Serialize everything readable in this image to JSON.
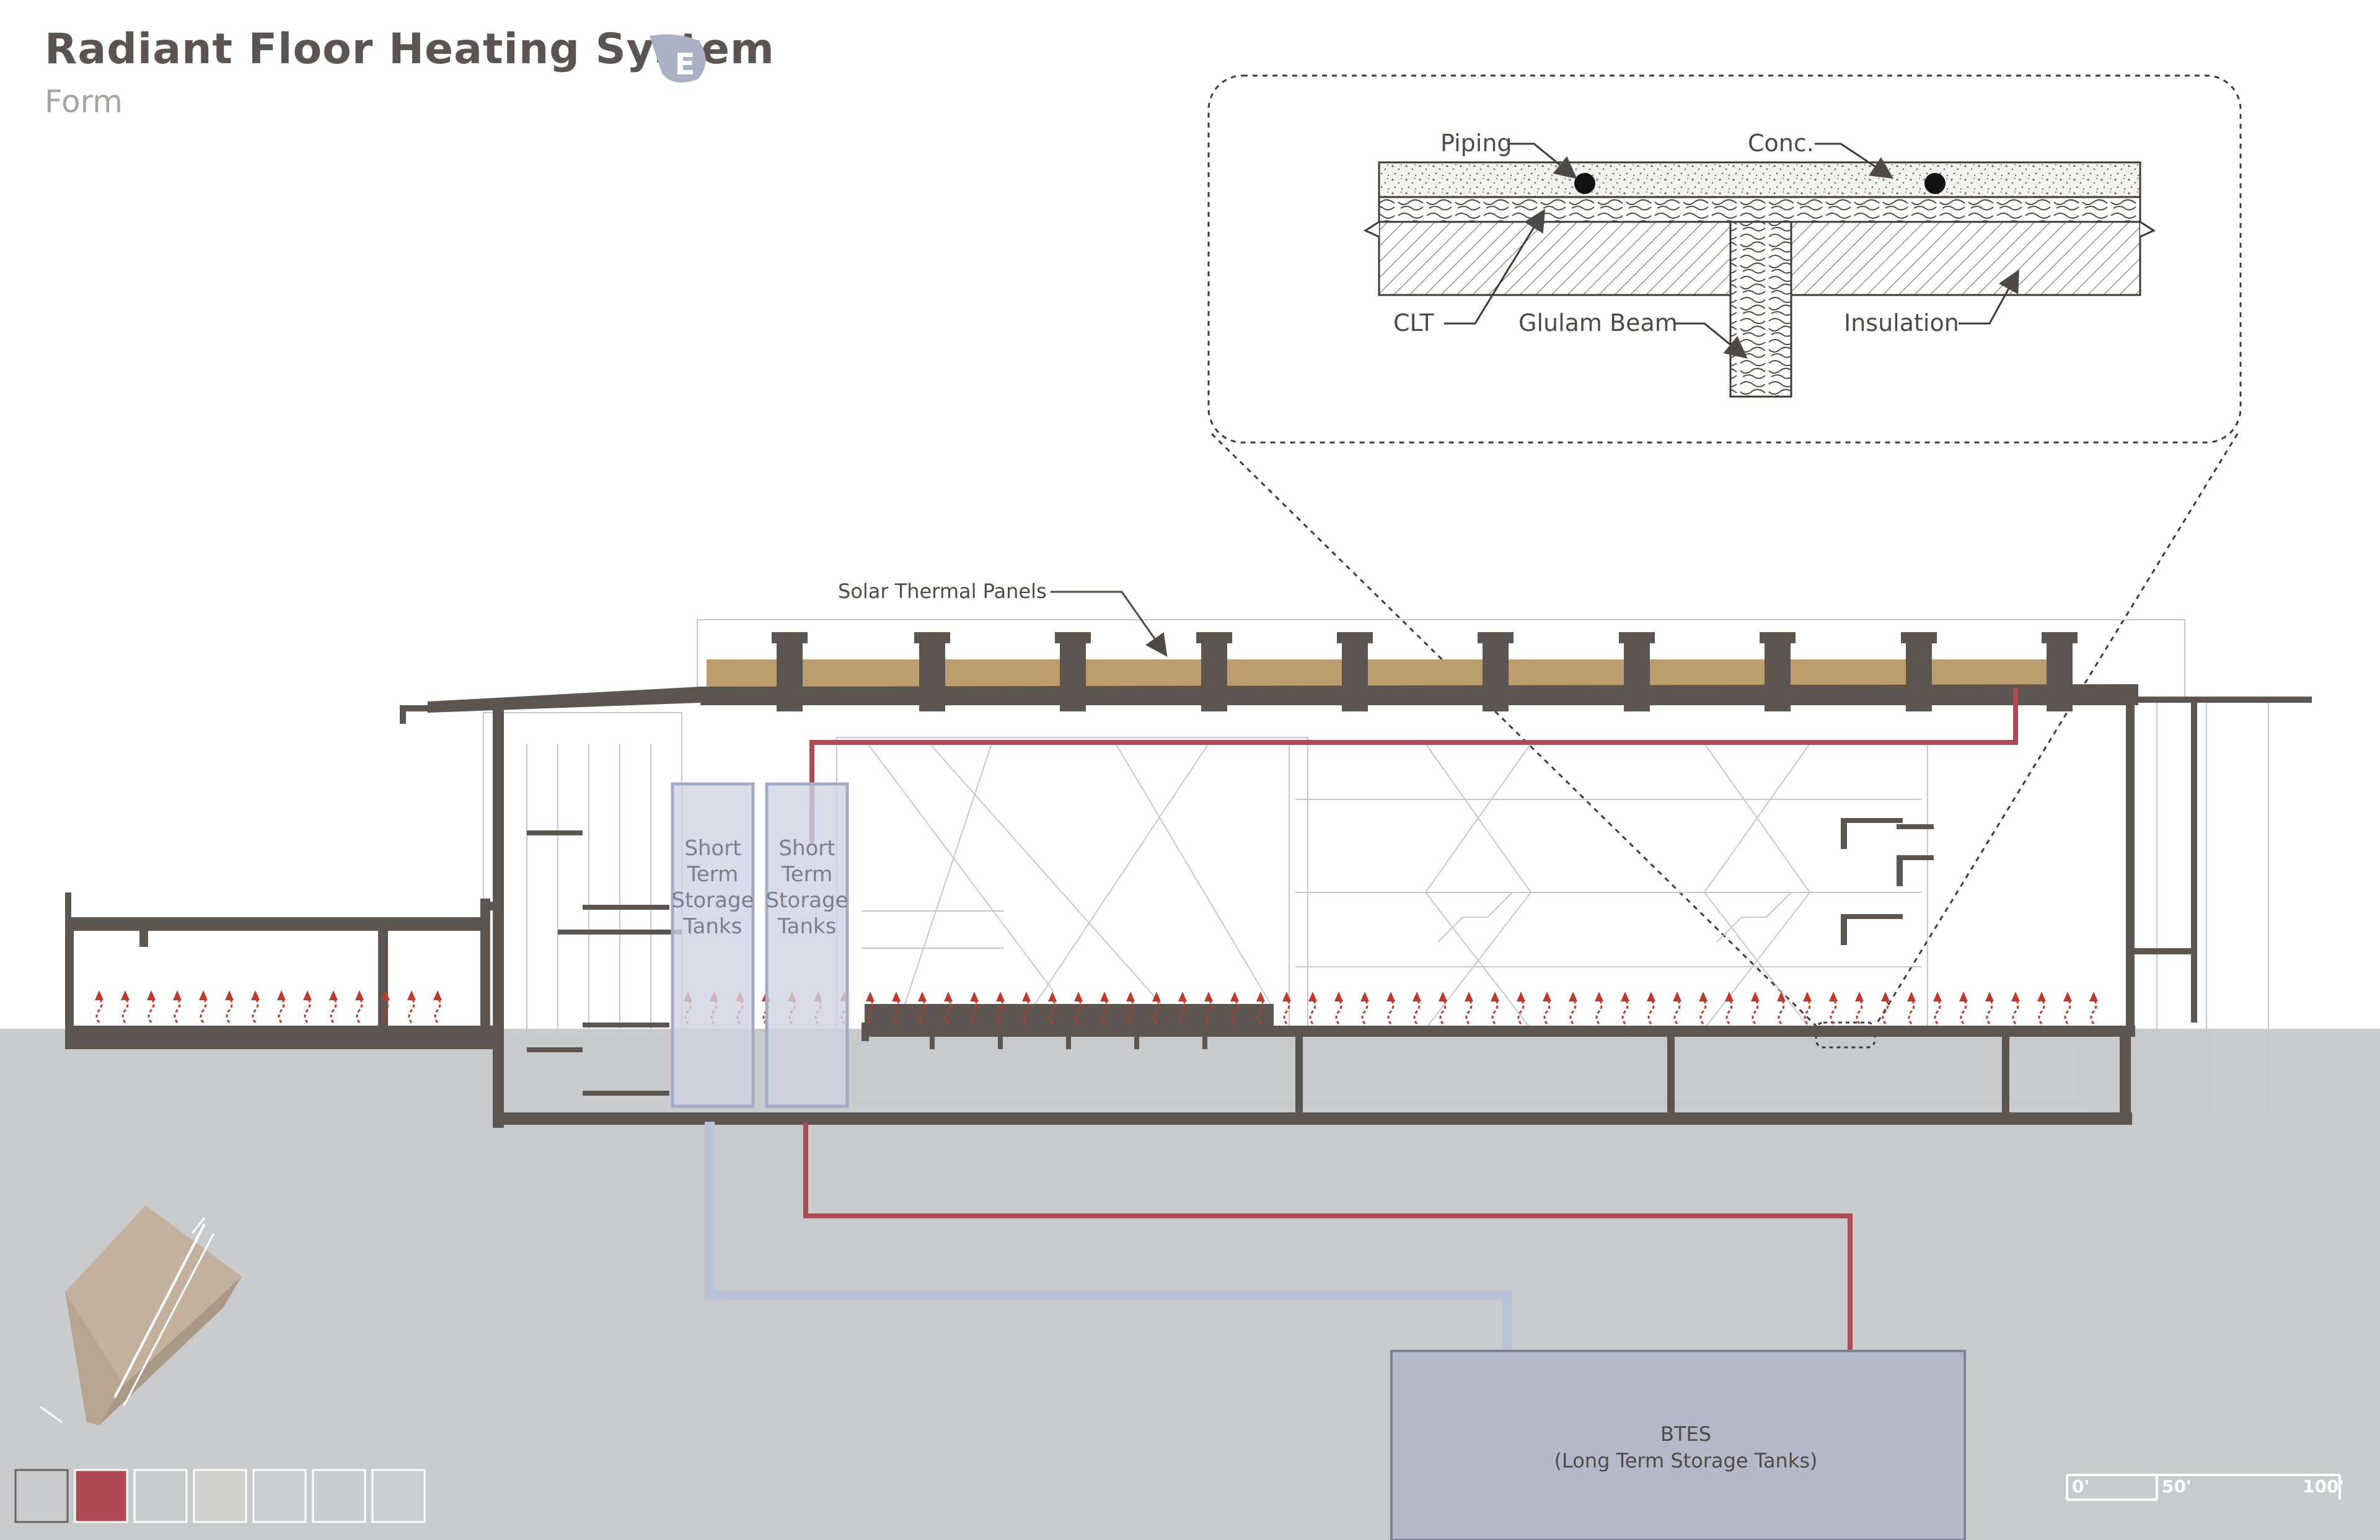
{
  "header": {
    "title": "Radiant Floor Heating System",
    "subtitle": "Form",
    "badge_letter": "E"
  },
  "detail": {
    "labels": {
      "piping": "Piping",
      "concrete": "Conc.",
      "clt": "CLT",
      "glulam": "Glulam Beam",
      "insulation": "Insulation"
    }
  },
  "section": {
    "solar_label": "Solar Thermal Panels",
    "tank_label_lines": [
      "Short",
      "Term",
      "Storage",
      "Tanks"
    ],
    "btes_line1": "BTES",
    "btes_line2": "(Long Term Storage Tanks)"
  },
  "scale": {
    "labels": [
      "0'",
      "50'",
      "100'"
    ]
  },
  "colors": {
    "structure": "#5d5550",
    "ground": "#c9cacc",
    "solar_panel": "#bd9c6e",
    "hot_pipe": "#b04a55",
    "cold_pipe": "#b9c2d6",
    "tank_fill": "#cfd3e2",
    "btes_fill": "#b4b9c9",
    "heat_arrow": "#c0392b"
  },
  "swatches": [
    "#c9cacc",
    "#b04a55",
    "#cbcccd",
    "#cfcfce",
    "#cdcecf",
    "#cbccce",
    "#cdced0"
  ]
}
